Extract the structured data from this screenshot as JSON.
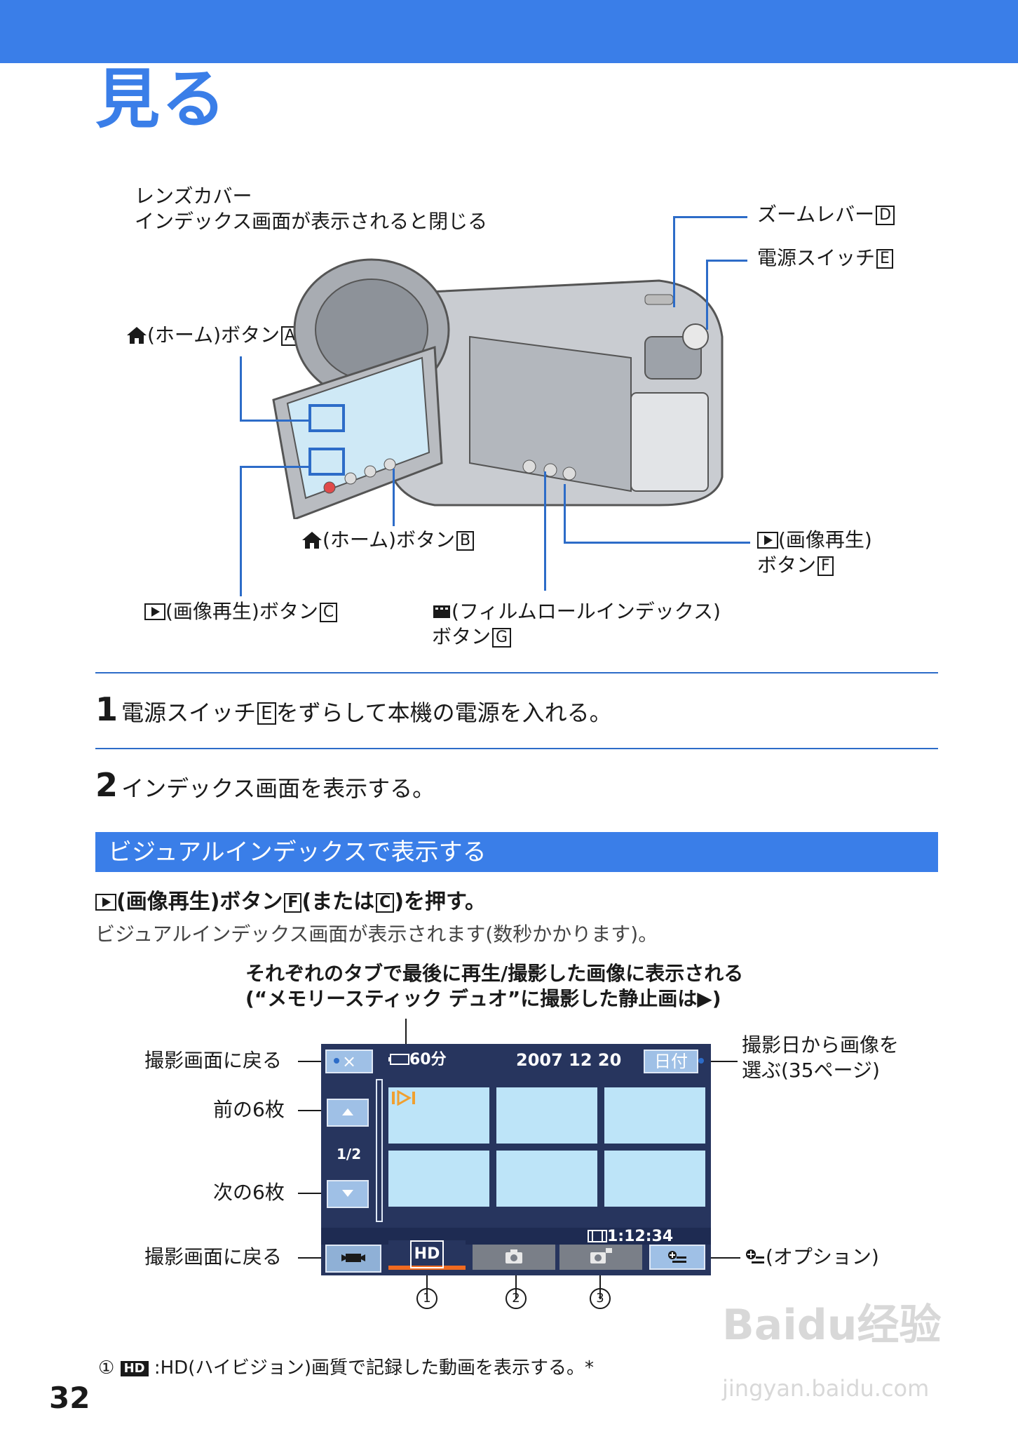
{
  "page": {
    "title": "見る",
    "page_number": "32"
  },
  "diagram": {
    "lens_cover_line1": "レンズカバー",
    "lens_cover_line2": "インデックス画面が表示されると閉じる",
    "zoom_lever": "ズームレバー",
    "zoom_lever_key": "D",
    "power_switch": "電源スイッチ",
    "power_switch_key": "E",
    "home_a": "(ホーム)ボタン",
    "home_a_key": "A",
    "home_b": "(ホーム)ボタン",
    "home_b_key": "B",
    "play_f_line1": "(画像再生)",
    "play_f_line2": "ボタン",
    "play_f_key": "F",
    "play_c": "(画像再生)ボタン",
    "play_c_key": "C",
    "filmroll_line1": "(フィルムロールインデックス)",
    "filmroll_line2": "ボタン",
    "filmroll_key": "G"
  },
  "steps": [
    {
      "num": "1",
      "text_before": "電源スイッチ",
      "key": "E",
      "text_after": "をずらして本機の電源を入れる。"
    },
    {
      "num": "2",
      "text": "インデックス画面を表示する。"
    }
  ],
  "section": {
    "title": "ビジュアルインデックスで表示する",
    "instruction_before": "(画像再生)ボタン",
    "instruction_key1": "F",
    "instruction_mid": "(または",
    "instruction_key2": "C",
    "instruction_after": ")を押す。",
    "note": "ビジュアルインデックス画面が表示されます(数秒かかります)。"
  },
  "screen_callouts": {
    "top_line1": "それぞれのタブで最後に再生/撮影した画像に表示される",
    "top_line2": "(“メモリースティック デュオ”に撮影した静止画は▶)",
    "back1": "撮影画面に戻る",
    "prev6": "前の6枚",
    "next6": "次の6枚",
    "back2": "撮影画面に戻る",
    "select_date_line1": "撮影日から画像を",
    "select_date_line2": "選ぶ(35ページ)",
    "option": "(オプション)",
    "circ1": "①",
    "circ2": "②",
    "circ3": "③"
  },
  "screen": {
    "close_label": "×",
    "battery": "60分",
    "date": "2007  12  20",
    "date_button": "日付",
    "page_indicator": "1/2",
    "duration": "1:12:34",
    "tab_hd": "HD"
  },
  "footnote": {
    "marker": "①",
    "badge": "HD",
    "text": ":HD(ハイビジョン)画質で記録した動画を表示する。*"
  },
  "watermark": {
    "brand": "Baidu经验",
    "url": "jingyan.baidu.com"
  },
  "colors": {
    "accent": "#3a7ee8",
    "line": "#2d6cc8",
    "screen_bg": "#27355e",
    "thumb": "#bde4f8"
  }
}
